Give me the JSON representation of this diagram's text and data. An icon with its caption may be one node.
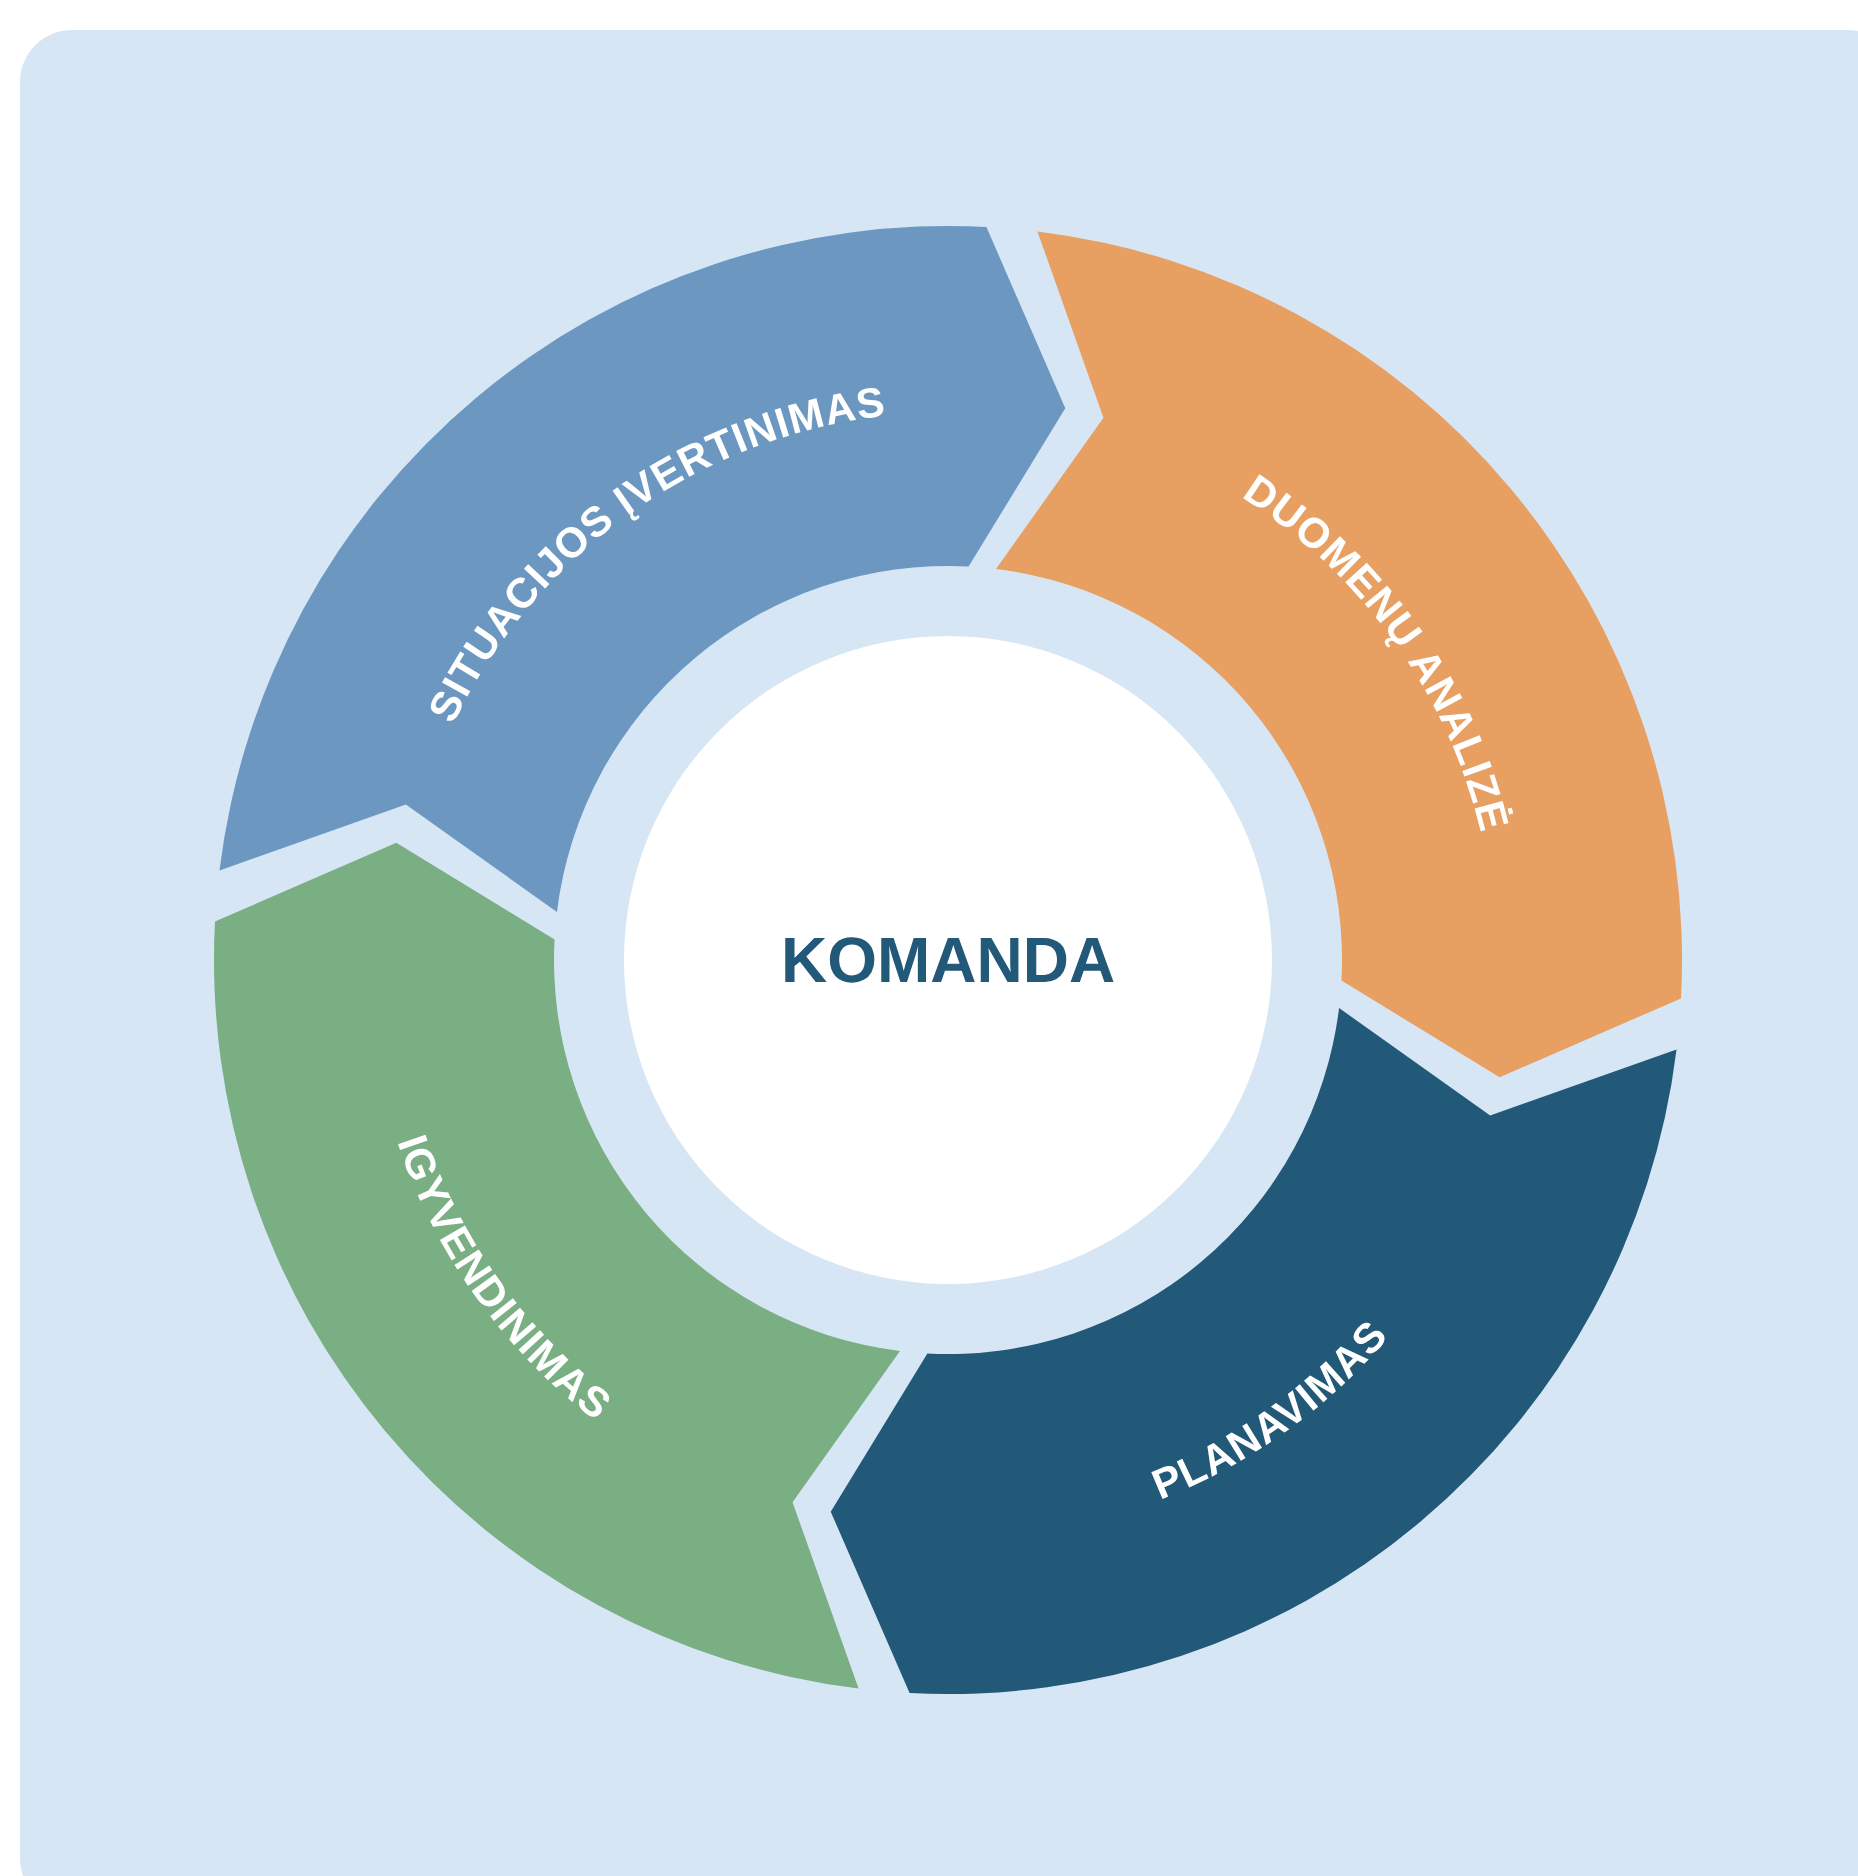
{
  "diagram": {
    "nodes": [
      {
        "text": [
          "SITUACIJOS ĮVERTINIMAS"
        ]
      },
      {
        "text": [
          "DUOMENŲ ANALIZĖ"
        ]
      },
      {
        "text": [
          "PLANAVIMAS"
        ]
      },
      {
        "text": [
          "IGYVENDINIMAS"
        ]
      },
      {
        "text": [
          "KOMANDA"
        ]
      }
    ]
  }
}
